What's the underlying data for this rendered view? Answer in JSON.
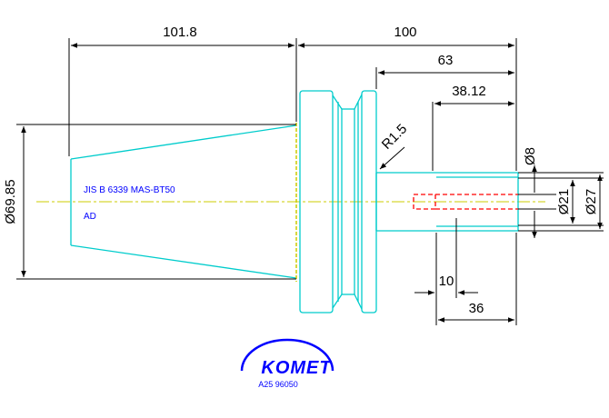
{
  "drawing": {
    "dimensions": {
      "taper_length": "101.8",
      "overall_length": "100",
      "gauge_to_end": "63",
      "shank_length": "38.12",
      "radius": "R1.5",
      "bore_diameter": "Ø8",
      "shank_diameter": "Ø21",
      "outer_diameter": "Ø27",
      "taper_diameter": "Ø69.85",
      "depth_small": "10",
      "depth_large": "36"
    },
    "notes": {
      "standard": "JIS B 6339 MAS-BT50",
      "variant": "AD"
    },
    "brand": {
      "logo": "KOMET",
      "part_number": "A25 96050"
    },
    "colors": {
      "outline": "#00cccc",
      "dimension": "#000000",
      "hidden": "#ff0000",
      "centerline": "#cccc00",
      "brand": "#0000ff"
    }
  }
}
